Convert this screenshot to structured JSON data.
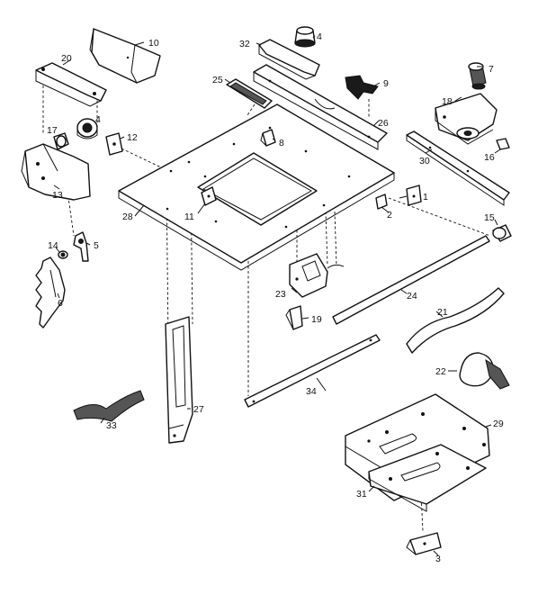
{
  "callouts": [
    {
      "id": "p1",
      "text": "1"
    },
    {
      "id": "p2",
      "text": "2"
    },
    {
      "id": "p3",
      "text": "3"
    },
    {
      "id": "p4a",
      "text": "4"
    },
    {
      "id": "p4b",
      "text": "4"
    },
    {
      "id": "p5",
      "text": "5"
    },
    {
      "id": "p6",
      "text": "6"
    },
    {
      "id": "p7",
      "text": "7"
    },
    {
      "id": "p8",
      "text": "8"
    },
    {
      "id": "p9",
      "text": "9"
    },
    {
      "id": "p10",
      "text": "10"
    },
    {
      "id": "p11",
      "text": "11"
    },
    {
      "id": "p12",
      "text": "12"
    },
    {
      "id": "p13",
      "text": "13"
    },
    {
      "id": "p14",
      "text": "14"
    },
    {
      "id": "p15",
      "text": "15"
    },
    {
      "id": "p16",
      "text": "16"
    },
    {
      "id": "p17",
      "text": "17"
    },
    {
      "id": "p18",
      "text": "18"
    },
    {
      "id": "p19",
      "text": "19"
    },
    {
      "id": "p20",
      "text": "20"
    },
    {
      "id": "p21",
      "text": "21"
    },
    {
      "id": "p22",
      "text": "22"
    },
    {
      "id": "p23",
      "text": "23"
    },
    {
      "id": "p24",
      "text": "24"
    },
    {
      "id": "p25",
      "text": "25"
    },
    {
      "id": "p26",
      "text": "26"
    },
    {
      "id": "p27",
      "text": "27"
    },
    {
      "id": "p28",
      "text": "28"
    },
    {
      "id": "p29",
      "text": "29"
    },
    {
      "id": "p30",
      "text": "30"
    },
    {
      "id": "p31",
      "text": "31"
    },
    {
      "id": "p32",
      "text": "32"
    },
    {
      "id": "p33",
      "text": "33"
    },
    {
      "id": "p34",
      "text": "34"
    }
  ]
}
